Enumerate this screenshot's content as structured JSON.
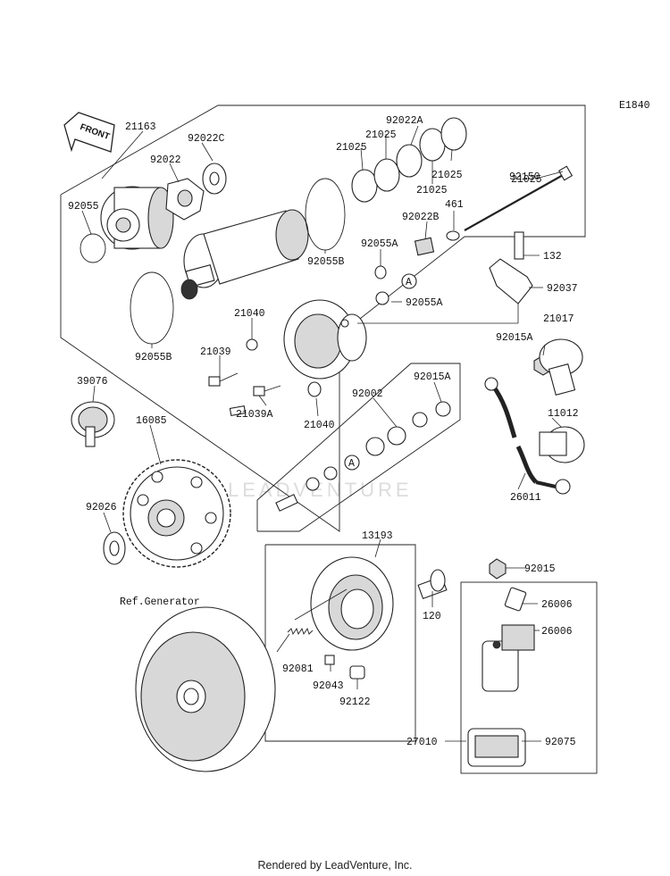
{
  "diagram": {
    "figure_code": "E1840",
    "front_marker": "FRONT",
    "watermark": "LEADVENTURE",
    "ref_label": "Ref.Generator",
    "part_labels": [
      "21163",
      "92022C",
      "92022",
      "92055",
      "92055B",
      "92055B",
      "92022A",
      "21025",
      "21025",
      "21025",
      "21025",
      "21025",
      "92150",
      "92022B",
      "461",
      "92055A",
      "92055A",
      "132",
      "92037",
      "21017",
      "92015A",
      "21040",
      "21039",
      "21039A",
      "21040",
      "92002",
      "92015A",
      "11012",
      "26011",
      "39076",
      "16085",
      "92026",
      "13193",
      "120",
      "92081",
      "92043",
      "92122",
      "92015",
      "26006",
      "26006",
      "27010",
      "92075"
    ],
    "callouts": [
      "A",
      "A"
    ]
  },
  "footer": {
    "text": "Rendered by LeadVenture, Inc."
  }
}
